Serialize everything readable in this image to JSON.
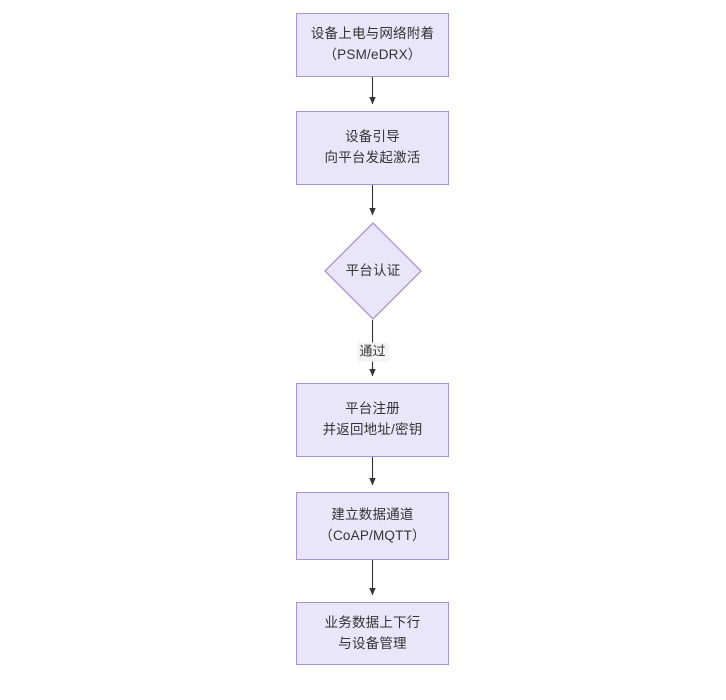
{
  "diagram": {
    "type": "flowchart",
    "orientation": "top-to-bottom",
    "background_color": "#ffffff",
    "node_fill_color": "#e9e6fa",
    "node_border_color": "#ac92d6",
    "node_text_color": "#333333",
    "edge_color": "#333333",
    "edge_label_background": "#f4f4f4",
    "nodes": [
      {
        "id": "power-on",
        "shape": "rectangle",
        "line1": "设备上电与网络附着",
        "line2": "（PSM/eDRX）"
      },
      {
        "id": "bootstrap",
        "shape": "rectangle",
        "line1": "设备引导",
        "line2": "向平台发起激活"
      },
      {
        "id": "platform-auth",
        "shape": "diamond",
        "line1": "平台认证",
        "line2": ""
      },
      {
        "id": "platform-register",
        "shape": "rectangle",
        "line1": "平台注册",
        "line2": "并返回地址/密钥"
      },
      {
        "id": "data-channel",
        "shape": "rectangle",
        "line1": "建立数据通道",
        "line2": "（CoAP/MQTT）"
      },
      {
        "id": "business-data",
        "shape": "rectangle",
        "line1": "业务数据上下行",
        "line2": "与设备管理"
      }
    ],
    "edges": [
      {
        "id": "e1",
        "from": "power-on",
        "to": "bootstrap",
        "label": ""
      },
      {
        "id": "e2",
        "from": "bootstrap",
        "to": "platform-auth",
        "label": ""
      },
      {
        "id": "e3",
        "from": "platform-auth",
        "to": "platform-register",
        "label": "通过"
      },
      {
        "id": "e4",
        "from": "platform-register",
        "to": "data-channel",
        "label": ""
      },
      {
        "id": "e5",
        "from": "data-channel",
        "to": "business-data",
        "label": ""
      }
    ]
  }
}
